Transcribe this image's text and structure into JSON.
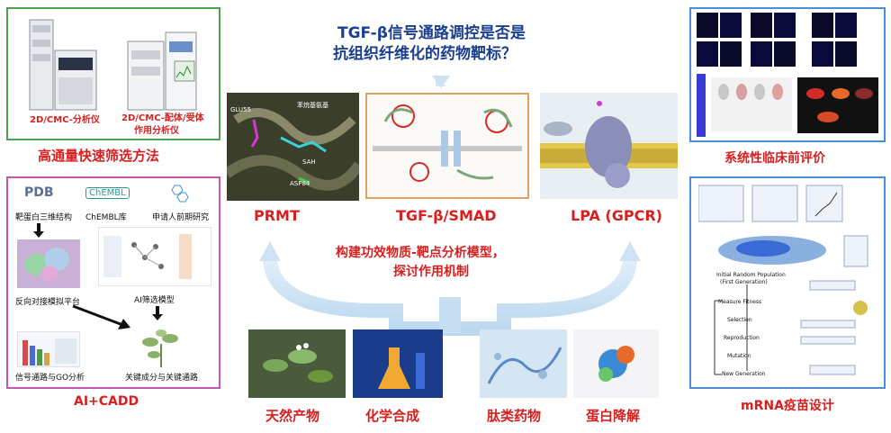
{
  "title": {
    "line1": "TGF-β信号通路调控是否是",
    "line2": "抗组织纤维化的药物靶标？"
  },
  "left_top": {
    "instrument1": "2D/CMC-分析仪",
    "instrument2_line1": "2D/CMC-配体/受体",
    "instrument2_line2": "作用分析仪",
    "caption": "高通量快速筛选方法"
  },
  "left_bottom": {
    "pdb": "PDB",
    "chembl": "ChEMBL",
    "target3d": "靶蛋白三维结构",
    "chembl_lib": "ChEMBL库",
    "clinical": "申请人前期研究",
    "docking": "反向对接模拟平台",
    "ai_model": "AI筛选模型",
    "go": "信号通路与GO分析",
    "key": "关键成分与关键通路",
    "caption": "AI+CADD"
  },
  "center": {
    "prmt": "PRMT",
    "tgf": "TGF-β/SMAD",
    "lpa": "LPA (GPCR)",
    "prmt_labels": {
      "glu": "GLU55",
      "sah": "SAH",
      "asp": "ASP84",
      "comp": "苯烷基氨基"
    },
    "model_line1": "构建功效物质-靶点分析模型，",
    "model_line2": "探讨作用机制"
  },
  "bottom": {
    "natural": "天然产物",
    "chemical": "化学合成",
    "peptide": "肽类药物",
    "protein": "蛋白降解"
  },
  "right": {
    "preclinical": "系统性临床前评价",
    "mrna": "mRNA疫苗设计",
    "flow": {
      "initial": "Initial Random Population",
      "first": "(First Generation)",
      "measure": "Measure Fitness",
      "selection": "Selection",
      "reproduction": "Reproduction",
      "mutation": "Mutation",
      "newgen": "New Generation"
    }
  },
  "colors": {
    "red": "#d61f1f",
    "blue": "#1b3f8f",
    "green_border": "#4aa24a",
    "pink_border": "#c45ab0",
    "blue_border": "#4a90d9"
  }
}
